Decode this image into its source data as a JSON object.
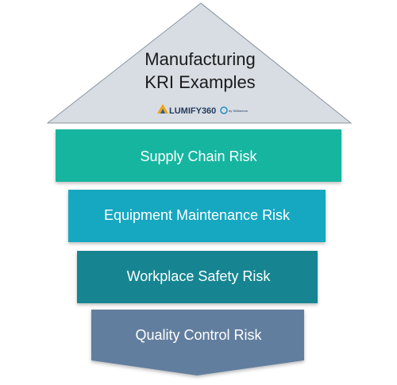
{
  "header": {
    "title_line1": "Manufacturing",
    "title_line2": "KRI Examples",
    "logo": {
      "text": "LUMIFY360",
      "suffix": "by 360factors"
    }
  },
  "tiers": [
    {
      "label": "Supply Chain Risk",
      "color": "#12b5a0"
    },
    {
      "label": "Equipment Maintenance Risk",
      "color": "#14a7c1"
    },
    {
      "label": "Workplace Safety Risk",
      "color": "#128591"
    },
    {
      "label": "Quality Control Risk",
      "color": "#627e9e"
    }
  ],
  "colors": {
    "roof": "#d8dde3",
    "roof_outline": "#8a96a2",
    "title_text": "#1a1a1a",
    "tier_text": "#ffffff"
  }
}
